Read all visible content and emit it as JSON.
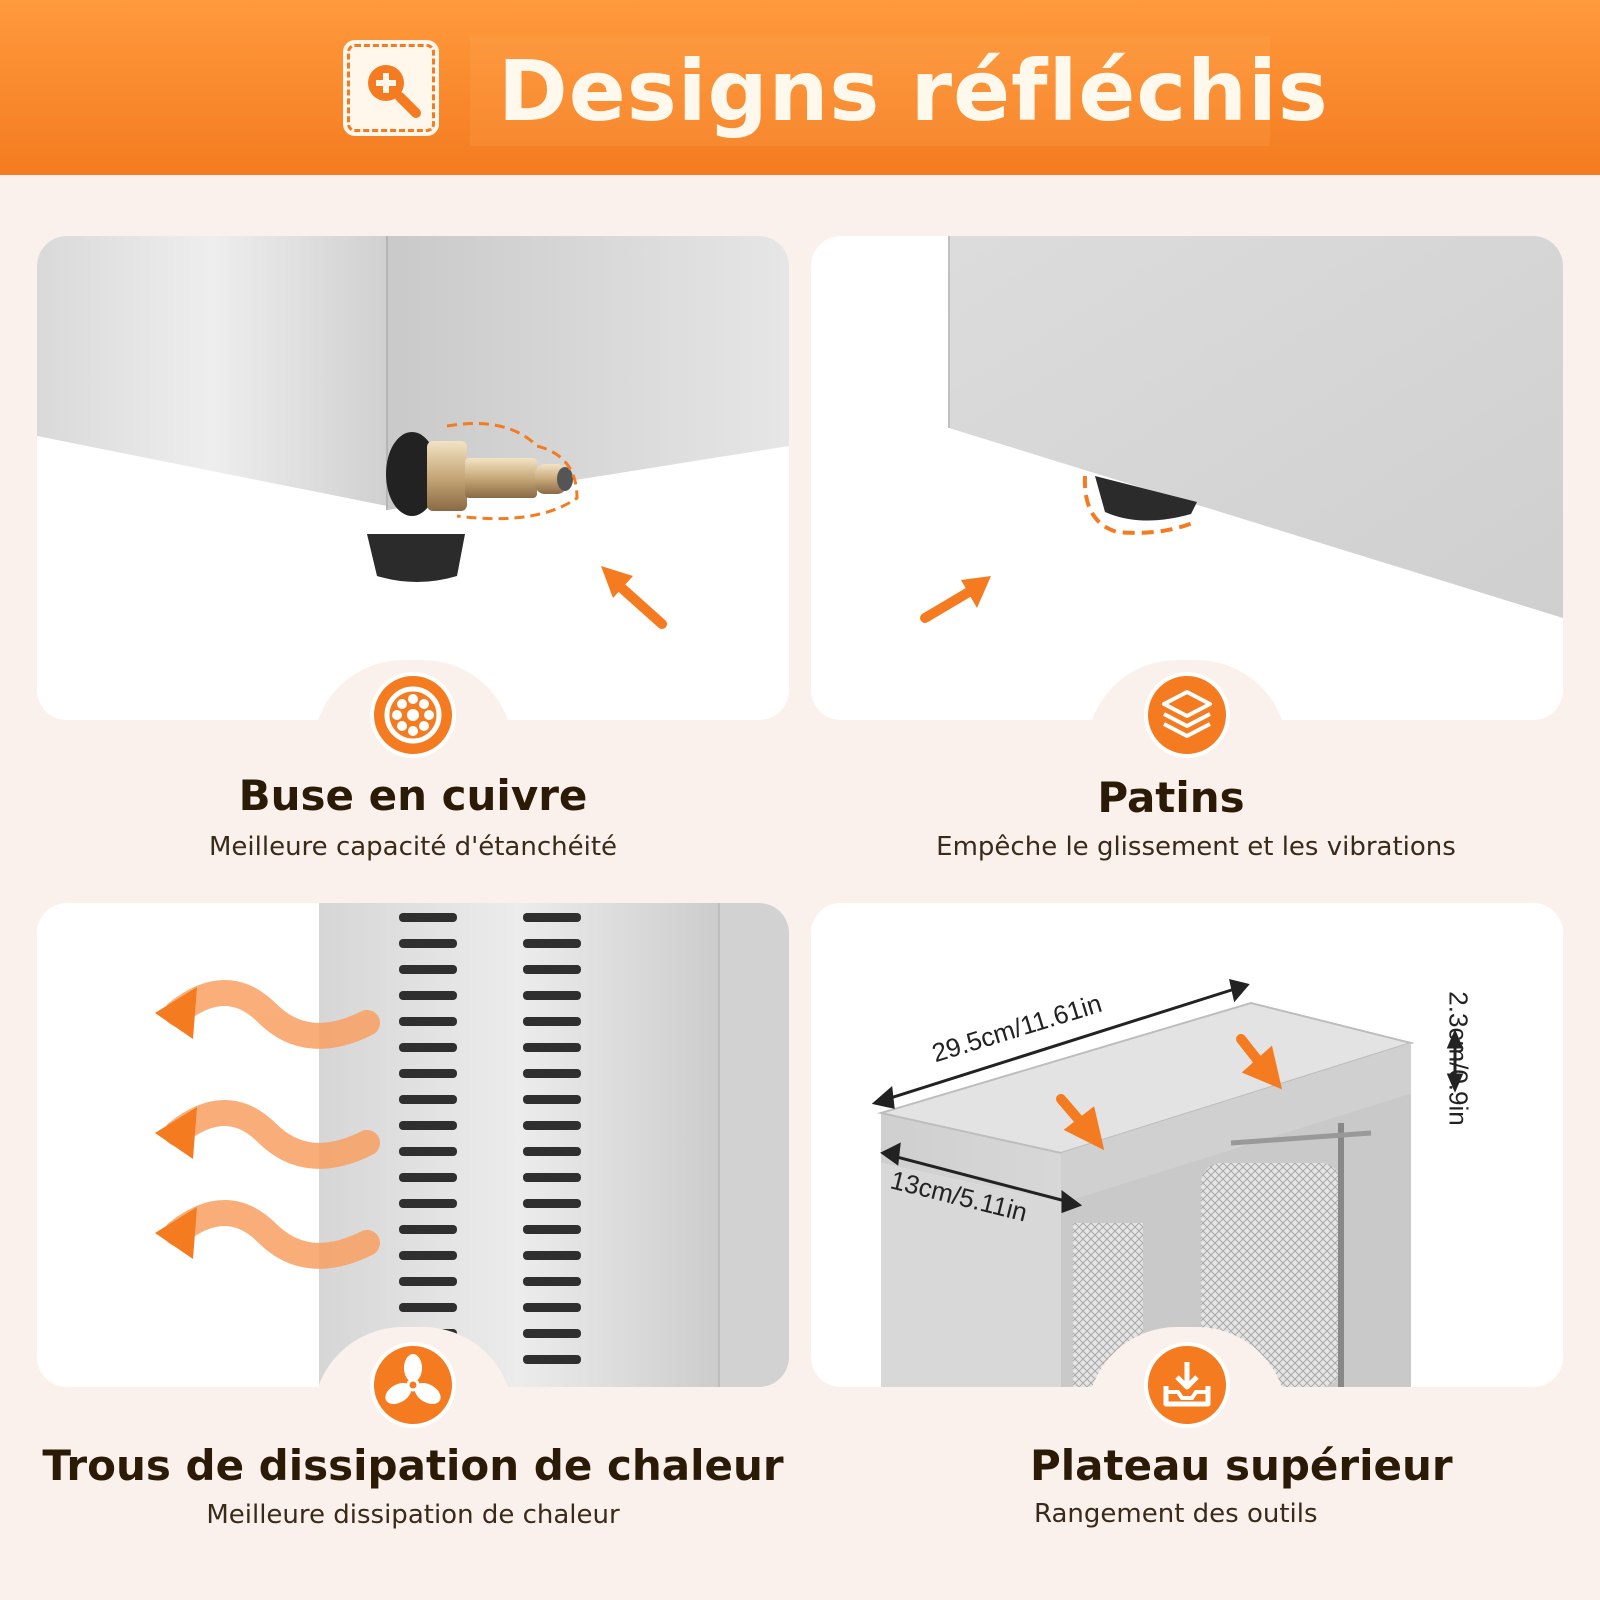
{
  "header": {
    "title": "Designs réfléchis",
    "icon": "magnifier-plus-icon"
  },
  "colors": {
    "accent": "#f47b20",
    "background": "#fbf1ec",
    "text": "#2a1a06"
  },
  "features": [
    {
      "title": "Buse en cuivre",
      "subtitle": "Meilleure capacité d'étanchéité",
      "icon": "gear-ring-icon"
    },
    {
      "title": "Patins",
      "subtitle": "Empêche le glissement et les vibrations",
      "icon": "layers-icon"
    },
    {
      "title": "Trous de dissipation de chaleur",
      "subtitle": "Meilleure dissipation de chaleur",
      "icon": "fan-icon"
    },
    {
      "title": "Plateau supérieur",
      "subtitle": "Rangement des outils",
      "icon": "tray-download-icon"
    }
  ],
  "dimensions": {
    "length": "29.5cm/11.61in",
    "width": "13cm/5.11in",
    "height": "2.3cm/0.9in"
  }
}
